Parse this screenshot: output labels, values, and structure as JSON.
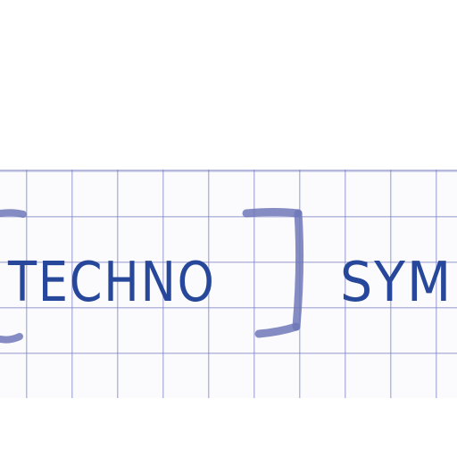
{
  "photo": {
    "subject": "handwritten-text-on-grid-paper",
    "ink_color": "#27489a",
    "bracket_color": "#6f78b8",
    "grid_color": "#8a8fcc",
    "words": [
      "TECHNO",
      "SYM"
    ]
  }
}
